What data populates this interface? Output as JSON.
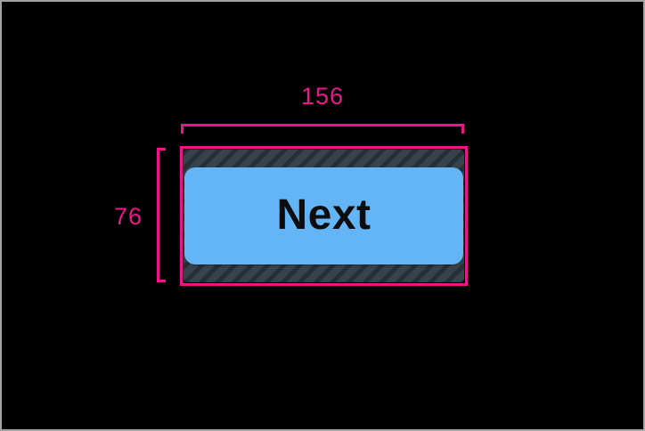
{
  "colors": {
    "accent": "#f0148c",
    "canvas-bg": "#000000",
    "frame-border": "#a3a3a3",
    "button-fill": "#64b5f6",
    "button-text": "#0d0d0f",
    "hatch-base": "#37424b",
    "hatch-stripe": "#262f36"
  },
  "measurements": {
    "width_label": "156",
    "height_label": "76"
  },
  "widget": {
    "button_label": "Next"
  }
}
